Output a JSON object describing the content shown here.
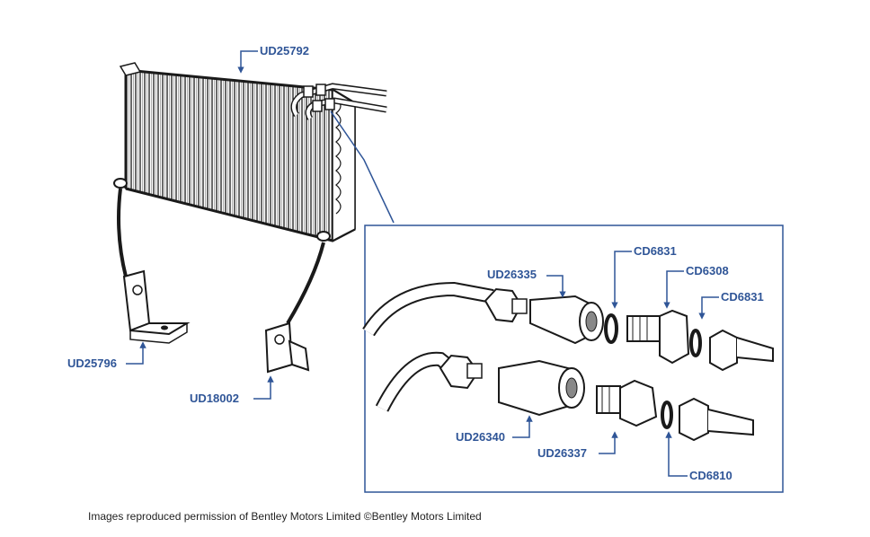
{
  "labels": {
    "ud25792": "UD25792",
    "ud25796": "UD25796",
    "ud18002": "UD18002",
    "ud26335": "UD26335",
    "cd6831_top": "CD6831",
    "cd6308": "CD6308",
    "cd6831_right": "CD6831",
    "ud26340": "UD26340",
    "ud26337": "UD26337",
    "cd6810": "CD6810"
  },
  "credit": "Images reproduced permission of Bentley Motors Limited ©Bentley Motors Limited",
  "colors": {
    "label": "#2f5597",
    "leader": "#2f5597",
    "inset_border": "#2f5597",
    "drawing": "#1a1a1a"
  }
}
